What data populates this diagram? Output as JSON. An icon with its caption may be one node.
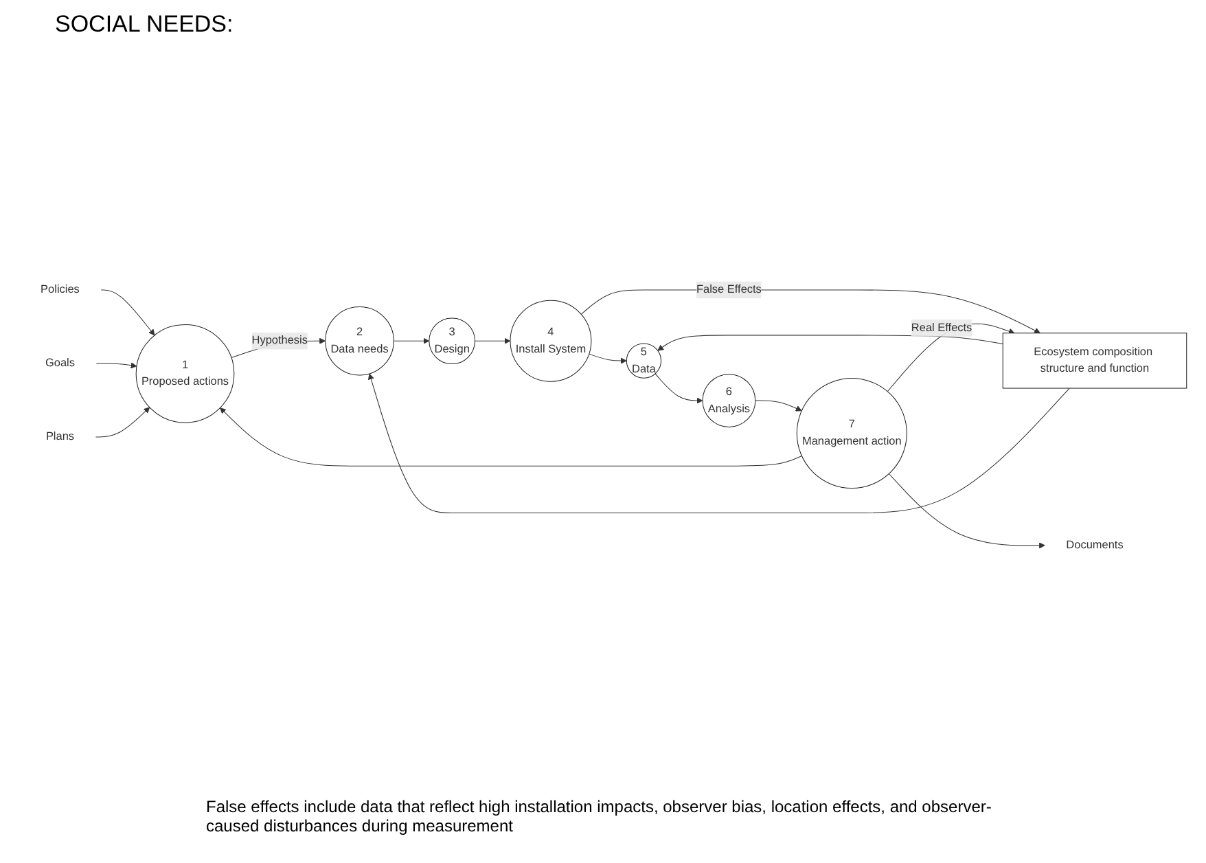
{
  "diagram": {
    "title": "SOCIAL NEEDS:",
    "caption": "False effects include data that reflect high installation impacts, observer bias, location effects, and observer-caused disturbances during measurement",
    "nodes": [
      {
        "text": [
          "Policies"
        ]
      },
      {
        "text": [
          "Goals"
        ]
      },
      {
        "text": [
          "Plans"
        ]
      },
      {
        "text": [
          "1",
          "Proposed actions"
        ]
      },
      {
        "text": [
          "2",
          "Data needs"
        ]
      },
      {
        "text": [
          "3",
          "Design"
        ]
      },
      {
        "text": [
          "4",
          "Install System"
        ]
      },
      {
        "text": [
          "5",
          "Data"
        ]
      },
      {
        "text": [
          "6",
          "Analysis"
        ]
      },
      {
        "text": [
          "Ecosystem composition structure and function"
        ]
      },
      {
        "text": [
          "7",
          "Management action"
        ]
      },
      {
        "text": [
          "Documents"
        ]
      }
    ],
    "edges": [
      {
        "from": 0,
        "to": 3,
        "arrow": "to"
      },
      {
        "from": 1,
        "to": 3,
        "arrow": "to"
      },
      {
        "from": 2,
        "to": 3,
        "arrow": "to"
      },
      {
        "from": 3,
        "to": 4,
        "arrow": "to",
        "label": "Hypothesis"
      },
      {
        "from": 4,
        "to": 5,
        "arrow": "to"
      },
      {
        "from": 5,
        "to": 6,
        "arrow": "to"
      },
      {
        "from": 6,
        "to": 7,
        "arrow": "to"
      },
      {
        "from": 7,
        "to": 8,
        "arrow": "to"
      },
      {
        "from": 6,
        "to": 9,
        "arrow": "to",
        "label": "False Effects"
      },
      {
        "from": 9,
        "to": 7,
        "arrow": "to"
      },
      {
        "from": 8,
        "to": 10,
        "arrow": "to"
      },
      {
        "from": 10,
        "to": 9,
        "arrow": "to",
        "label": "Real Effects"
      },
      {
        "from": 9,
        "to": 4,
        "arrow": "to"
      },
      {
        "from": 10,
        "to": 3,
        "arrow": "to"
      },
      {
        "from": 10,
        "to": 11,
        "arrow": "to"
      }
    ]
  }
}
